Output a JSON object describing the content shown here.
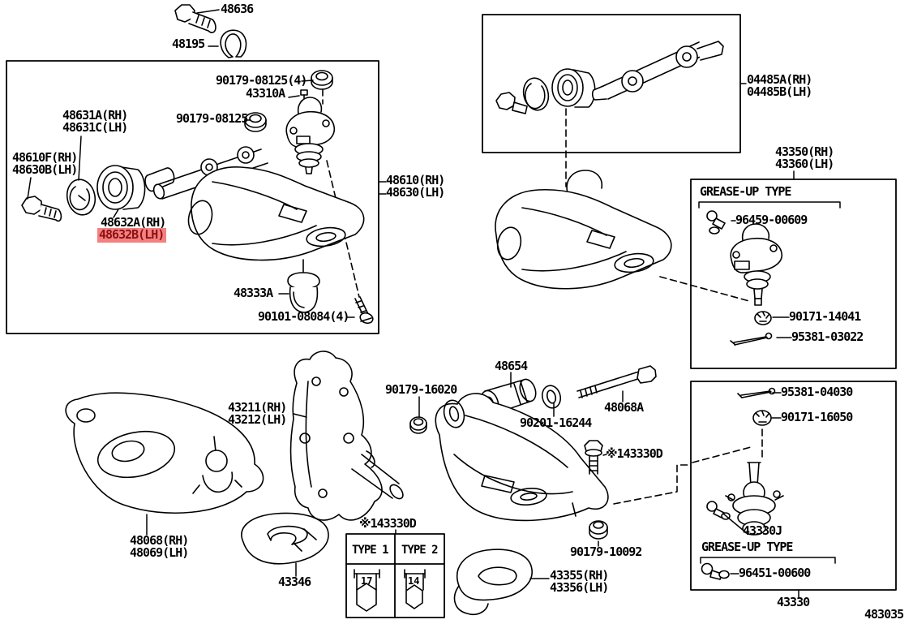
{
  "diagram_code": "483035",
  "highlight": {
    "bg": "#f58080",
    "fg": "#8b1111"
  },
  "parts": {
    "p48636": "48636",
    "p48195": "48195",
    "p90179_08125_4": "90179-08125(4)",
    "p43310A": "43310A",
    "p90179_08125": "90179-08125",
    "p48631": {
      "rh": "48631A(RH)",
      "lh": "48631C(LH)"
    },
    "p48610F": {
      "rh": "48610F(RH)",
      "lh": "48630B(LH)"
    },
    "p48632": {
      "rh": "48632A(RH)",
      "lh": "48632B(LH)"
    },
    "p48610": {
      "rh": "48610(RH)",
      "lh": "48630(LH)"
    },
    "p48333A": "48333A",
    "p90101_08084_4": "90101-08084(4)",
    "p04485": {
      "rh": "04485A(RH)",
      "lh": "04485B(LH)"
    },
    "p43350": {
      "rh": "43350(RH)",
      "lh": "43360(LH)"
    },
    "grease_up_type_upper": "GREASE-UP TYPE",
    "p96459_00609": "96459-00609",
    "p90171_14041": "90171-14041",
    "p95381_03022": "95381-03022",
    "p95381_04030": "95381-04030",
    "p90171_16050": "90171-16050",
    "p43330J": "43330J",
    "grease_up_type_lower": "GREASE-UP TYPE",
    "p96451_00600": "96451-00600",
    "p43330": "43330",
    "p48654": "48654",
    "p90201_16244": "90201-16244",
    "p48068A": "48068A",
    "p90179_16020": "90179-16020",
    "p43211": {
      "rh": "43211(RH)",
      "lh": "43212(LH)"
    },
    "p43330D_mid": "※143330D",
    "p90179_10092": "90179-10092",
    "p43355": {
      "rh": "43355(RH)",
      "lh": "43356(LH)"
    },
    "p48068": {
      "rh": "48068(RH)",
      "lh": "48069(LH)"
    },
    "p43346": "43346",
    "p43330D_table": "※143330D"
  },
  "type_table": {
    "col1_header": "TYPE 1",
    "col2_header": "TYPE 2",
    "col1_size": "17",
    "col2_size": "14"
  }
}
